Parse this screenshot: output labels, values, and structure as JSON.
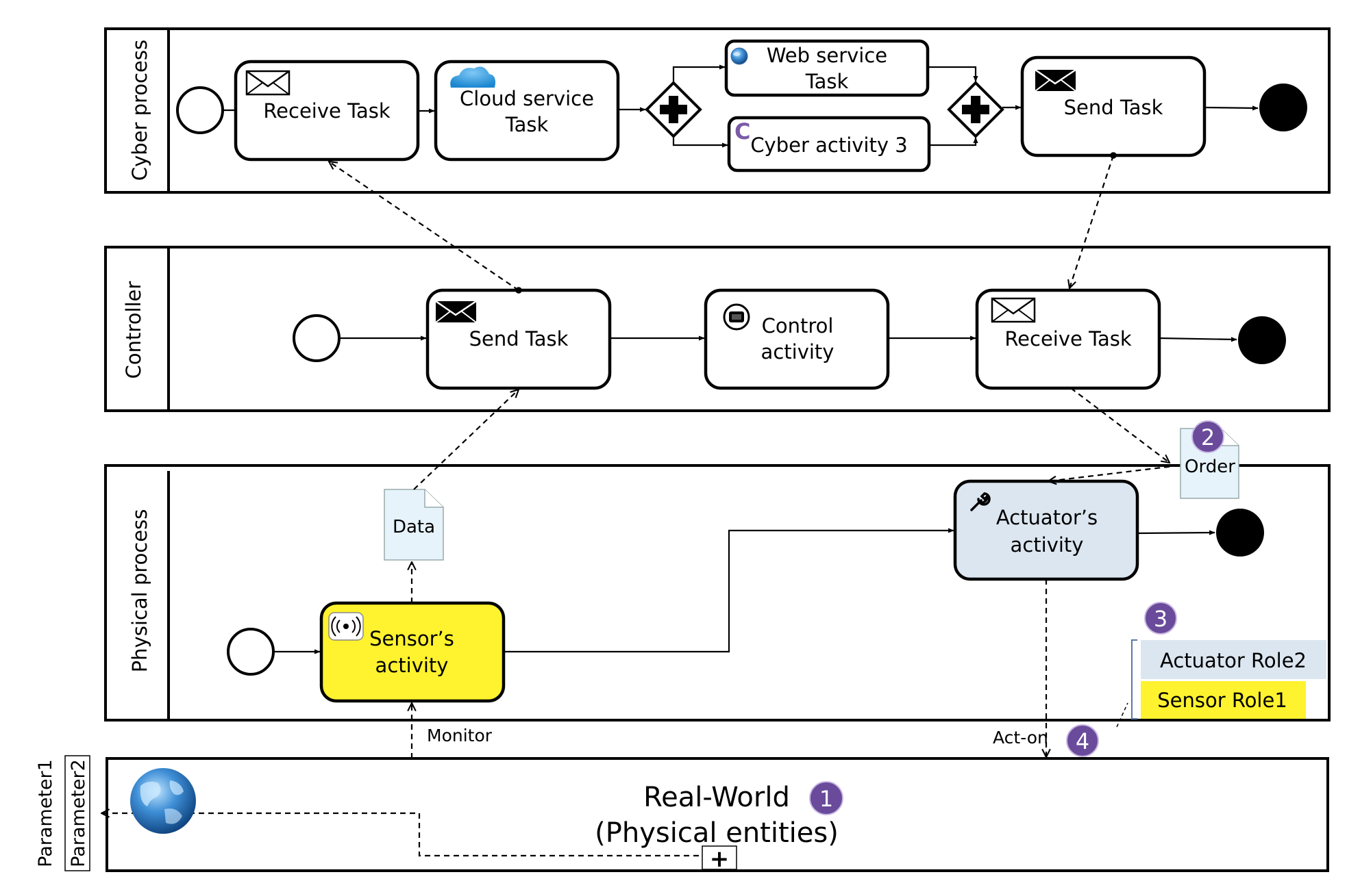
{
  "lanes": {
    "cyber": "Cyber process",
    "controller": "Controller",
    "physical": "Physical process"
  },
  "cyber": {
    "receive_task": "Receive Task",
    "cloud_task_line1": "Cloud service",
    "cloud_task_line2": "Task",
    "web_task_line1": "Web service",
    "web_task_line2": "Task",
    "cyber_activity": "Cyber activity 3",
    "send_task": "Send Task",
    "cyber_badge": "C"
  },
  "controller": {
    "send_task": "Send Task",
    "control_line1": "Control",
    "control_line2": "activity",
    "receive_task": "Receive Task"
  },
  "physical": {
    "sensor_line1": "Sensor’s",
    "sensor_line2": "activity",
    "actuator_line1": "Actuator’s",
    "actuator_line2": "activity",
    "data_object": "Data",
    "order_object": "Order"
  },
  "roles": {
    "actuator": "Actuator Role2",
    "sensor": "Sensor Role1"
  },
  "flows": {
    "monitor": "Monitor",
    "act_on": "Act-on"
  },
  "real_world": {
    "line1": "Real-World",
    "line2": "(Physical entities)",
    "subprocess_marker": "+"
  },
  "parameters": {
    "p1": "Parameter1",
    "p2": "Parameter2"
  },
  "badges": {
    "b1": "1",
    "b2": "2",
    "b3": "3",
    "b4": "4"
  },
  "colors": {
    "sensor_fill": "#fff22e",
    "actuator_fill": "#dce6f0",
    "role_actuator_fill": "#dce6f0",
    "role_sensor_fill": "#fff22e",
    "badge_fill": "#6a4a9a",
    "doc_fill": "#e6f3fb"
  }
}
